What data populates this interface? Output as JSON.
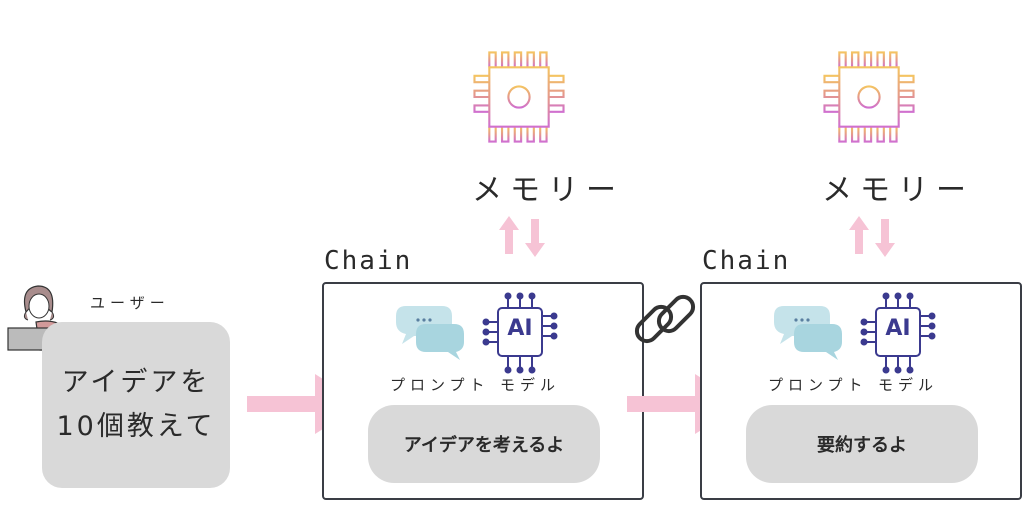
{
  "memory_label": "メモリー",
  "chain_label": "Chain",
  "user": {
    "label": "ユーザー",
    "line1": "アイデアを",
    "line2": "10個教えて"
  },
  "chains": [
    {
      "prompt_label": "プロンプト",
      "model_label": "モデル",
      "chip_text": "AI",
      "action": "アイデアを考えるよ"
    },
    {
      "prompt_label": "プロンプト",
      "model_label": "モデル",
      "chip_text": "AI",
      "action": "要約するよ"
    }
  ],
  "colors": {
    "pink": "#f6c3d5",
    "gray": "#d9d9d9",
    "chip": "#3b3a8f",
    "bubble": "#a8d5df"
  }
}
